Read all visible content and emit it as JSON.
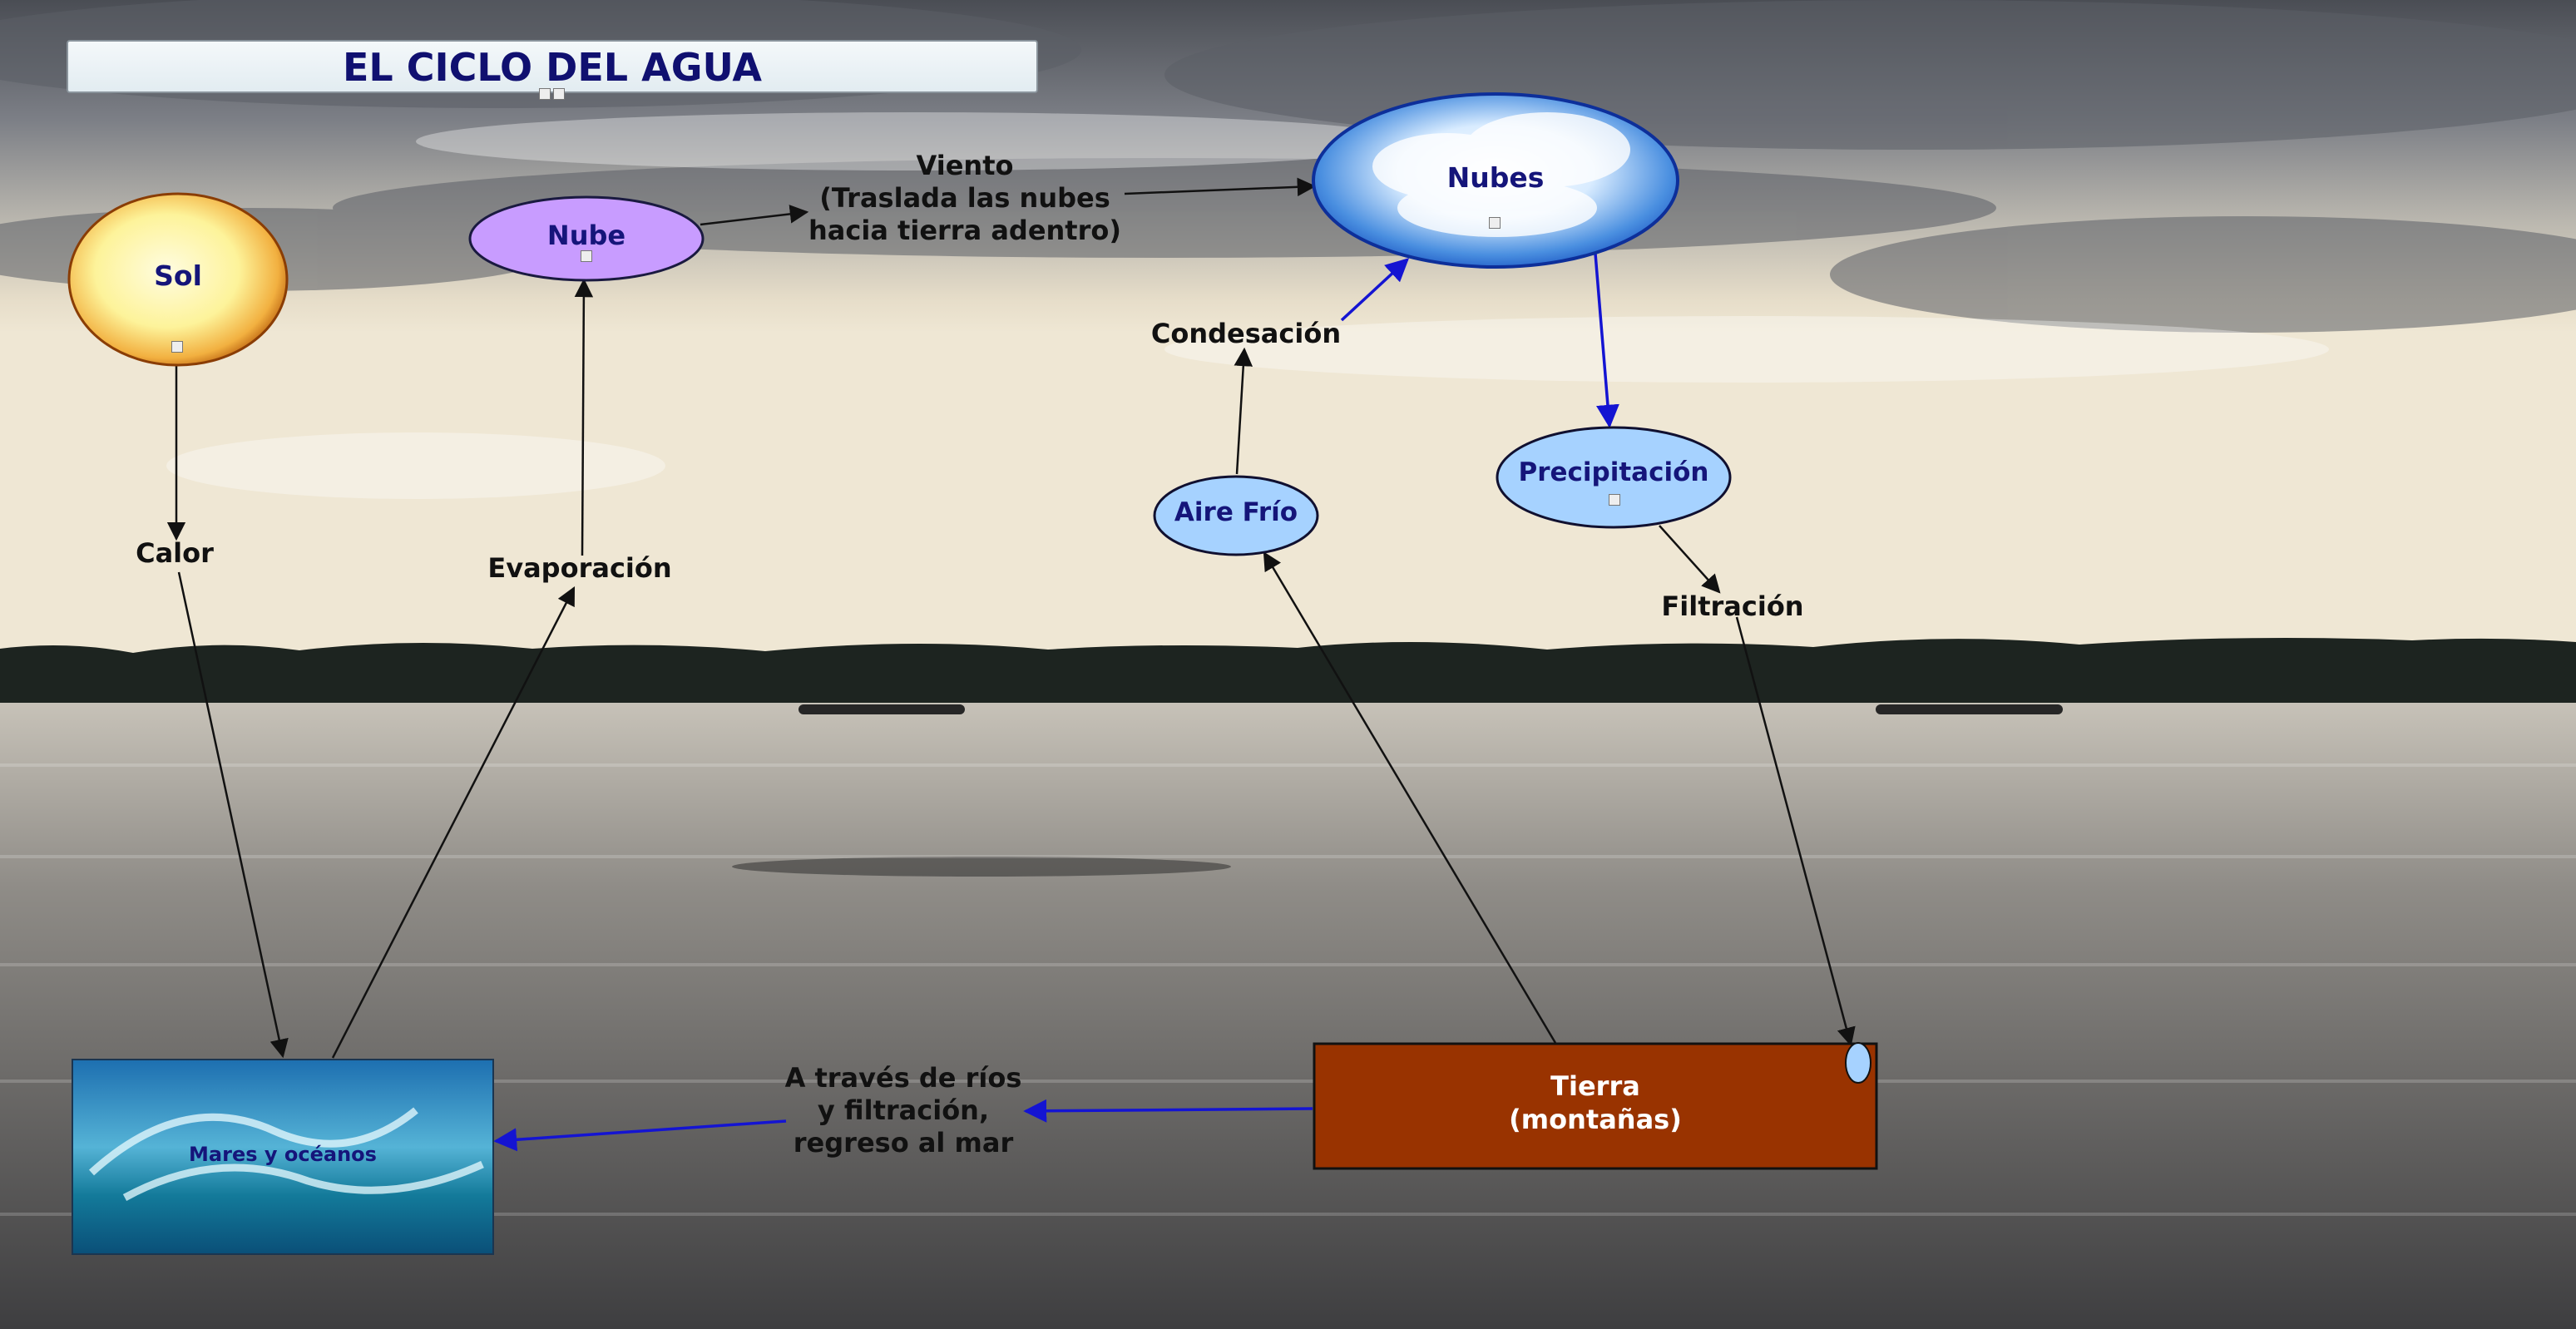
{
  "title": "EL CICLO DEL AGUA",
  "colors": {
    "title_text": "#101070",
    "node_label": "#15157a",
    "tierra_fill": "#993300",
    "light_blue_node": "#a6d2ff",
    "nube_fill": "#c89cff",
    "blue_arrow": "#1414d2",
    "black_arrow": "#111111"
  },
  "nodes": {
    "sol": "Sol",
    "nube": "Nube",
    "nubes": "Nubes",
    "aire_frio": "Aire Frío",
    "precipitacion": "Precipitación",
    "mares": "Mares y océanos",
    "tierra_line1": "Tierra",
    "tierra_line2": "(montañas)"
  },
  "edge_labels": {
    "calor": "Calor",
    "evaporacion": "Evaporación",
    "viento": "Viento\n(Traslada las nubes\nhacia tierra adentro)",
    "condensacion": "Condesación",
    "filtracion": "Filtración",
    "rios": "A través de ríos\ny filtración,\nregreso al mar"
  }
}
